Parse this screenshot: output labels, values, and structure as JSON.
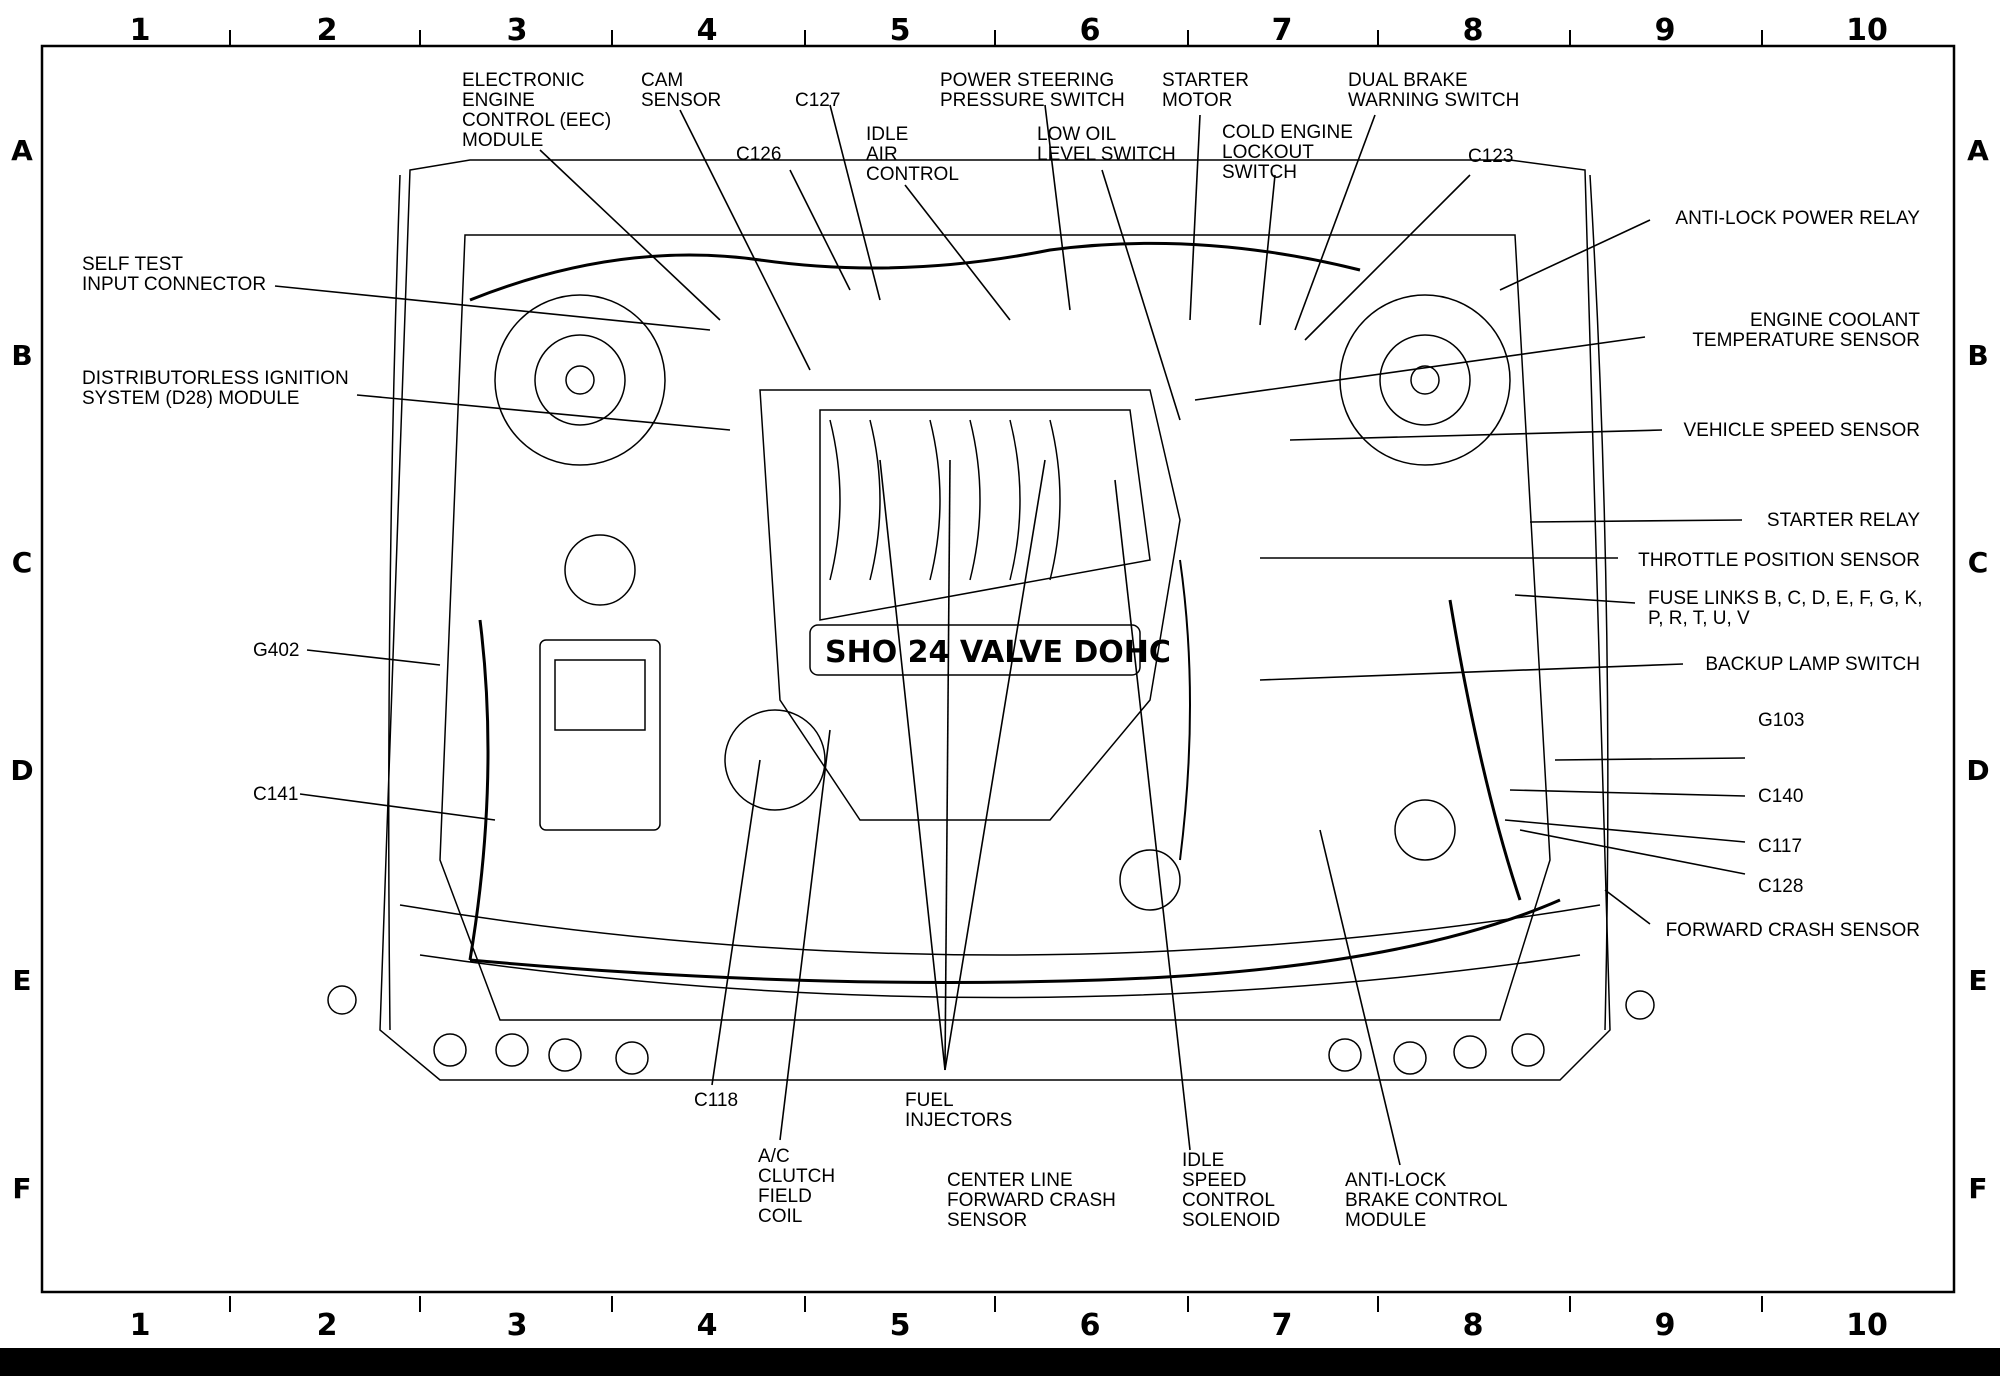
{
  "grid": {
    "columns": [
      "1",
      "2",
      "3",
      "4",
      "5",
      "6",
      "7",
      "8",
      "9",
      "10"
    ],
    "rows": [
      "A",
      "B",
      "C",
      "D",
      "E",
      "F"
    ]
  },
  "labels": {
    "eec_module": [
      "ELECTRONIC",
      "ENGINE",
      "CONTROL (EEC)",
      "MODULE"
    ],
    "cam_sensor": [
      "CAM",
      "SENSOR"
    ],
    "c127": [
      "C127"
    ],
    "idle_air_control": [
      "IDLE",
      "AIR",
      "CONTROL"
    ],
    "c126": [
      "C126"
    ],
    "ps_pressure_switch": [
      "POWER STEERING",
      "PRESSURE SWITCH"
    ],
    "low_oil_switch": [
      "LOW OIL",
      "LEVEL SWITCH"
    ],
    "starter_motor": [
      "STARTER",
      "MOTOR"
    ],
    "cold_engine_switch": [
      "COLD ENGINE",
      "LOCKOUT",
      "SWITCH"
    ],
    "dual_brake_switch": [
      "DUAL BRAKE",
      "WARNING SWITCH"
    ],
    "c123": [
      "C123"
    ],
    "anti_lock_power_relay": [
      "ANTI-LOCK POWER RELAY"
    ],
    "self_test_connector": [
      "SELF TEST",
      "INPUT CONNECTOR"
    ],
    "dis_module": [
      "DISTRIBUTORLESS IGNITION",
      "SYSTEM (D28) MODULE"
    ],
    "coolant_temp_sensor": [
      "ENGINE COOLANT",
      "TEMPERATURE SENSOR"
    ],
    "vehicle_speed_sensor": [
      "VEHICLE SPEED SENSOR"
    ],
    "starter_relay": [
      "STARTER RELAY"
    ],
    "throttle_position_sensor": [
      "THROTTLE POSITION SENSOR"
    ],
    "fuse_links": [
      "FUSE LINKS B, C, D, E, F, G, K,",
      "P, R, T, U, V"
    ],
    "g402": [
      "G402"
    ],
    "backup_lamp_switch": [
      "BACKUP LAMP SWITCH"
    ],
    "g103": [
      "G103"
    ],
    "c141": [
      "C141"
    ],
    "c140": [
      "C140"
    ],
    "c117": [
      "C117"
    ],
    "c128": [
      "C128"
    ],
    "forward_crash_sensor": [
      "FORWARD CRASH SENSOR"
    ],
    "c118": [
      "C118"
    ],
    "fuel_injectors": [
      "FUEL",
      "INJECTORS"
    ],
    "ac_clutch": [
      "A/C",
      "CLUTCH",
      "FIELD",
      "COIL"
    ],
    "center_crash_sensor": [
      "CENTER LINE",
      "FORWARD CRASH",
      "SENSOR"
    ],
    "idle_speed_solenoid": [
      "IDLE",
      "SPEED",
      "CONTROL",
      "SOLENOID"
    ],
    "anti_lock_module": [
      "ANTI-LOCK",
      "BRAKE CONTROL",
      "MODULE"
    ]
  },
  "engine_badge": "SHO 24 VALVE DOHC"
}
